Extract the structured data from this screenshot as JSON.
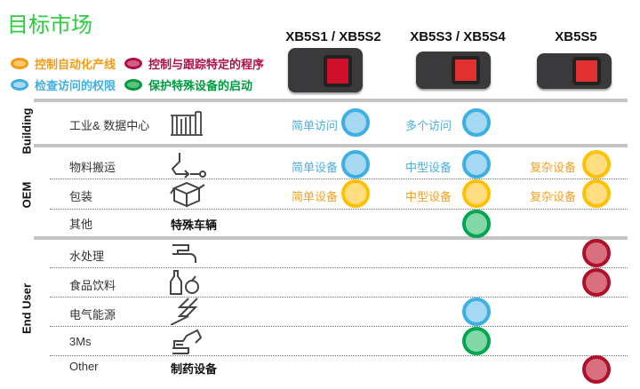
{
  "title": "目标市场",
  "legend": [
    {
      "label": "控制自动化产线",
      "color": "#f59a10"
    },
    {
      "label": "控制与跟踪特定的程序",
      "color": "#b0104a"
    },
    {
      "label": "检查访问的权限",
      "color": "#3db0e3"
    },
    {
      "label": "保护特殊设备的启动",
      "color": "#009a40"
    }
  ],
  "columns": [
    "XB5S1 / XB5S2",
    "XB5S3 / XB5S4",
    "XB5S5"
  ],
  "sections": {
    "building": "Building",
    "oem": "OEM",
    "end_user": "End User"
  },
  "rows": [
    {
      "label": "工业& 数据中心",
      "icon": "factory-icon",
      "c1": "简单访问",
      "c2": "多个访问"
    },
    {
      "label": "物料搬运",
      "icon": "conveyor-icon",
      "c1": "简单设备",
      "c2": "中型设备",
      "c3": "复杂设备"
    },
    {
      "label": "包装",
      "icon": "box-icon",
      "c1": "简单设备",
      "c2": "中型设备",
      "c3": "复杂设备"
    },
    {
      "label": "其他",
      "sub": "特殊车辆"
    },
    {
      "label": "水处理",
      "icon": "faucet-icon"
    },
    {
      "label": "食品饮料",
      "icon": "food-icon"
    },
    {
      "label": "电气能源",
      "icon": "lightning-icon"
    },
    {
      "label": "3Ms",
      "icon": "excavator-icon"
    },
    {
      "label": "Other",
      "sub": "制药设备"
    }
  ],
  "colors": {
    "blue": "#3db0e3",
    "yellow": "#ffc000",
    "green": "#00a550",
    "red": "#b0102a",
    "title": "#2ecc40"
  }
}
